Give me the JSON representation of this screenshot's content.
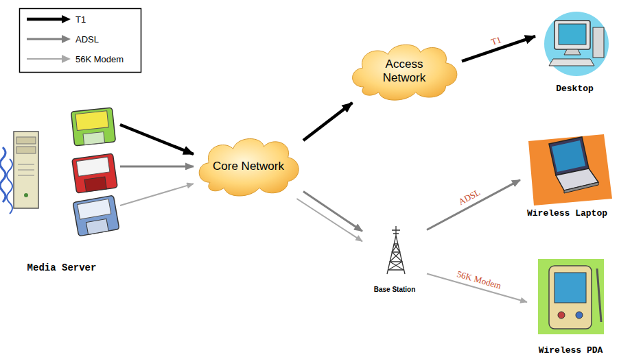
{
  "diagram": {
    "nodes": [
      {
        "text": [
          "Media Server"
        ]
      },
      {
        "text": [
          "Core Network"
        ]
      },
      {
        "text": [
          "Access Network"
        ]
      },
      {
        "text": [
          "Desktop"
        ]
      },
      {
        "text": [
          "Base Station"
        ]
      },
      {
        "text": [
          "Wireless Laptop"
        ]
      },
      {
        "text": [
          "Wireless PDA"
        ]
      }
    ],
    "edges": [
      {
        "from": 0,
        "to": 1,
        "arrow": "to"
      },
      {
        "from": 0,
        "to": 1,
        "arrow": "to"
      },
      {
        "from": 0,
        "to": 1,
        "arrow": "to"
      },
      {
        "from": 1,
        "to": 2,
        "arrow": "to"
      },
      {
        "from": 2,
        "to": 3,
        "label": "T1",
        "arrow": "to"
      },
      {
        "from": 1,
        "to": 4,
        "arrow": "to"
      },
      {
        "from": 1,
        "to": 4,
        "arrow": "to"
      },
      {
        "from": 4,
        "to": 5,
        "label": "ADSL",
        "arrow": "to"
      },
      {
        "from": 4,
        "to": 6,
        "label": "56K Modem",
        "arrow": "to"
      }
    ],
    "legend": [
      {
        "text": "T1"
      },
      {
        "text": "ADSL"
      },
      {
        "text": "56K Modem"
      }
    ]
  }
}
